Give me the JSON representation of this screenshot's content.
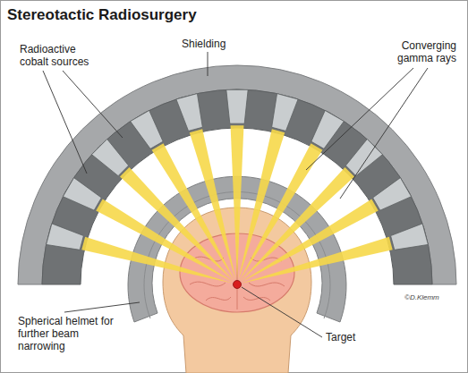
{
  "diagram": {
    "title": "Stereotactic Radiosurgery",
    "labels": [
      "Radioactive cobalt sources",
      "Shielding",
      "Converging gamma rays",
      "Spherical helmet for further beam narrowing",
      "Target",
      "©D.Klemm"
    ]
  }
}
